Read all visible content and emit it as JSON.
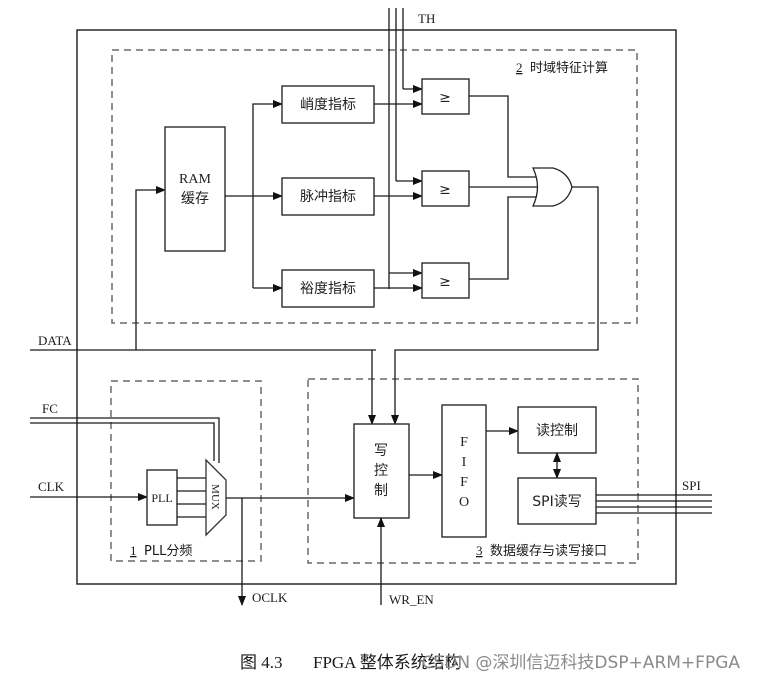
{
  "figure": {
    "caption_prefix": "图 4.3",
    "caption_title": "FPGA 整体系统结构",
    "watermark": "CSDN @深圳信迈科技DSP+ARM+FPGA"
  },
  "signals": {
    "th": "TH",
    "data": "DATA",
    "fc": "FC",
    "clk": "CLK",
    "oclk": "OCLK",
    "wr_en": "WR_EN",
    "spi": "SPI"
  },
  "regions": {
    "time_domain": {
      "number": "2",
      "title": "时域特征计算"
    },
    "pll": {
      "number": "1",
      "title": "PLL分频"
    },
    "buffer": {
      "number": "3",
      "title": "数据缓存与读写接口"
    }
  },
  "blocks": {
    "ram_line1": "RAM",
    "ram_line2": "缓存",
    "kurtosis": "峭度指标",
    "impulse": "脉冲指标",
    "margin": "裕度指标",
    "comparator": "≥",
    "pll": "PLL",
    "mux": "MUX",
    "write_ctrl": [
      "写",
      "控",
      "制"
    ],
    "fifo": [
      "F",
      "I",
      "F",
      "O"
    ],
    "read_ctrl": "读控制",
    "spi_rw": "SPI读写"
  }
}
